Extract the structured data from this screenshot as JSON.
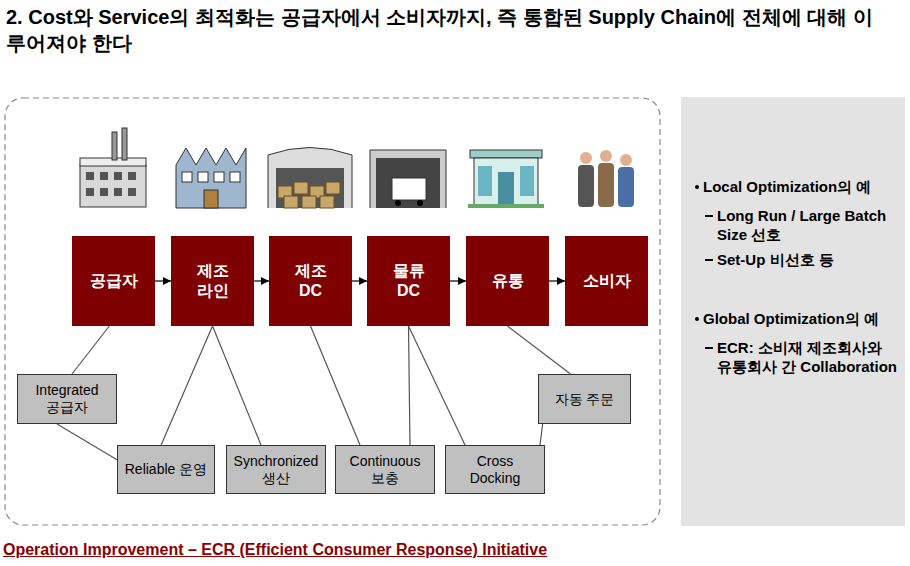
{
  "diagram": {
    "title": "2. Cost와 Service의 최적화는 공급자에서 소비자까지, 즉 통합된 Supply Chain에 전체에 대해 이루어져야 한다",
    "caption": "Operation Improvement – ECR (Efficient Consumer Response) Initiative",
    "nodes": [
      {
        "text": [
          "공급자"
        ]
      },
      {
        "text": [
          "제조 라인"
        ]
      },
      {
        "text": [
          "제조 DC"
        ]
      },
      {
        "text": [
          "물류 DC"
        ]
      },
      {
        "text": [
          "유통"
        ]
      },
      {
        "text": [
          "소비자"
        ]
      },
      {
        "text": [
          "Integrated 공급자"
        ]
      },
      {
        "text": [
          "자동 주문"
        ]
      },
      {
        "text": [
          "Reliable 운영"
        ]
      },
      {
        "text": [
          "Synchronized 생산"
        ]
      },
      {
        "text": [
          "Continuous 보충"
        ]
      },
      {
        "text": [
          "Cross Docking"
        ]
      },
      {
        "text": [
          "Local Optimization의 예",
          "Long Run / Large Batch Size 선호",
          "Set-Up 비선호 등",
          "Global Optimization의 예",
          "ECR: 소비재 제조회사와 유통회사 간 Collaboration"
        ]
      }
    ],
    "edges": [
      {
        "from": 0,
        "to": 1,
        "arrow": "to"
      },
      {
        "from": 1,
        "to": 2,
        "arrow": "to"
      },
      {
        "from": 2,
        "to": 3,
        "arrow": "to"
      },
      {
        "from": 3,
        "to": 4,
        "arrow": "to"
      },
      {
        "from": 4,
        "to": 5,
        "arrow": "to"
      },
      {
        "from": 0,
        "to": 6,
        "arrow": "none"
      },
      {
        "from": 6,
        "to": 8,
        "arrow": "none"
      },
      {
        "from": 1,
        "to": 8,
        "arrow": "none"
      },
      {
        "from": 1,
        "to": 9,
        "arrow": "none"
      },
      {
        "from": 2,
        "to": 10,
        "arrow": "none"
      },
      {
        "from": 3,
        "to": 10,
        "arrow": "none"
      },
      {
        "from": 3,
        "to": 11,
        "arrow": "none"
      },
      {
        "from": 4,
        "to": 7,
        "arrow": "none"
      },
      {
        "from": 7,
        "to": 11,
        "arrow": "none"
      }
    ]
  }
}
